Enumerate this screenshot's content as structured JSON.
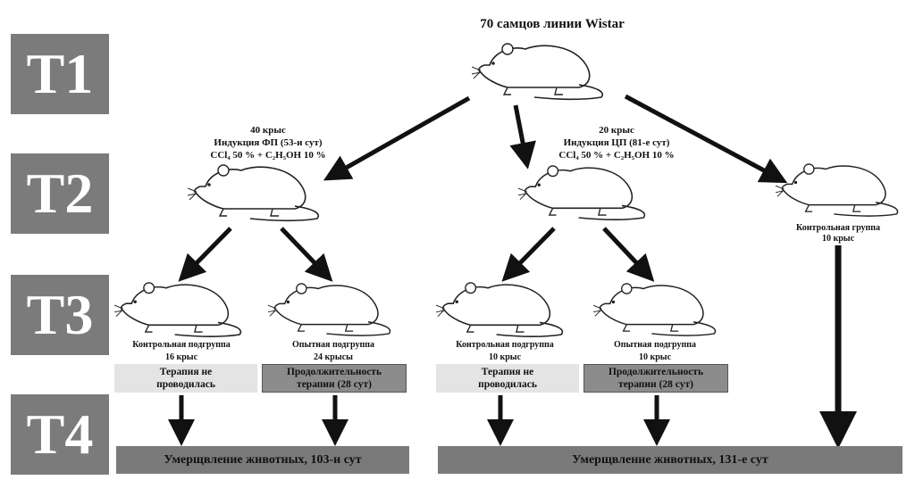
{
  "stages": [
    "T1",
    "T2",
    "T3",
    "T4"
  ],
  "title": "70 самцов линии Wistar",
  "group_fp": {
    "count": "40 крыс",
    "induction": "Индукция ФП (53-и сут)",
    "regimen": "CCl₄ 50 % + C₂H₅OH 10 %"
  },
  "group_cp": {
    "count": "20 крыс",
    "induction": "Индукция ЦП (81-е сут)",
    "regimen": "CCl₄ 50 % + C₂H₅OH 10 %"
  },
  "control_group": {
    "name": "Контрольная группа",
    "count": "10 крыс"
  },
  "subgroups": [
    {
      "name": "Контрольная подгруппа",
      "count": "16 крыс",
      "therapy": "Терапия не проводилась"
    },
    {
      "name": "Опытная подгруппа",
      "count": "24 крысы",
      "therapy": "Продолжительность терапии (28 сут)"
    },
    {
      "name": "Контрольная подгруппа",
      "count": "10 крыс",
      "therapy": "Терапия не проводилась"
    },
    {
      "name": "Опытная подгруппа",
      "count": "10 крыс",
      "therapy": "Продолжительность терапии (28 сут)"
    }
  ],
  "endpoints": [
    "Умерщвление животных,  103-и сут",
    "Умерщвление животных, 131-е сут"
  ]
}
